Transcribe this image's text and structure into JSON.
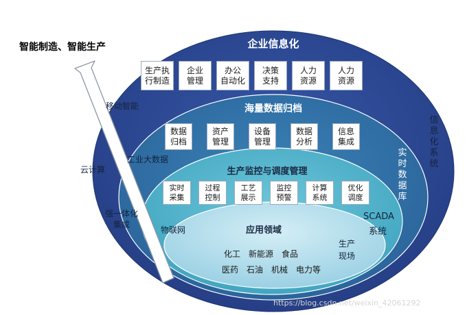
{
  "headline": "智能制造、智能生产",
  "layers": {
    "enterprise": {
      "title": "企业信息化",
      "boxes": [
        "生产执\n行制造",
        "企业\n管理",
        "办公\n自动化",
        "决策\n支持",
        "人力\n资源",
        "人力\n资源"
      ],
      "right_label": "信息化系统"
    },
    "archive": {
      "title": "海量数据归档",
      "boxes": [
        "数据\n归档",
        "资产\n管理",
        "设备\n管理",
        "数据\n分析",
        "信息\n集成"
      ],
      "right_label": "实时数据库"
    },
    "monitoring": {
      "title": "生产监控与调度管理",
      "boxes": [
        "实时\n采集",
        "过程\n控制",
        "工艺\n展示",
        "监控\n预警",
        "计算\n系统",
        "优化\n调度"
      ],
      "right_label_1": "SCADA",
      "right_label_2": "系统"
    },
    "application": {
      "title": "应用领域",
      "line1": "化工　新能源　食品",
      "line2": "医药　石油　机械　电力等",
      "right_label_1": "生产",
      "right_label_2": "现场"
    }
  },
  "side_labels": {
    "mobile": "移动智能",
    "cloud": "云计算",
    "industrial_bigdata": "工业大数据",
    "integration_1": "强一体化",
    "integration_2": "集成",
    "iot": "物联网"
  },
  "watermark": "https://blog.csdn.net/weixin_42061292",
  "colors": {
    "outer_ellipse": "#2e4a96",
    "second_ellipse": "#2f6fa3",
    "third_ellipse": "#4fb2c9",
    "inner_ellipse": "#a9daea",
    "box_border": "#9aa9c0",
    "arrow_fill": "#ffffff",
    "arrow_stroke": "#8c96a6"
  }
}
